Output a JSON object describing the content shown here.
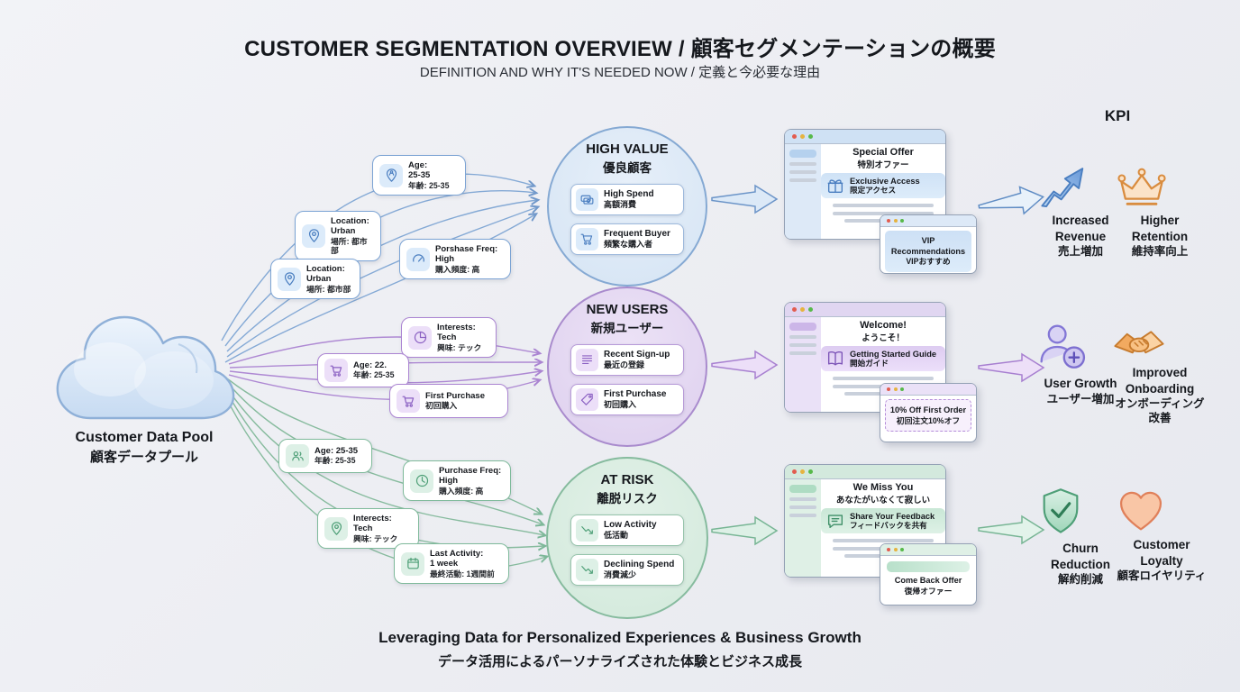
{
  "header": {
    "title": "CUSTOMER SEGMENTATION OVERVIEW / 顧客セグメンテーションの概要",
    "subtitle": "DEFINITION AND WHY IT'S NEEDED NOW / 定義と今必要な理由"
  },
  "cloud": {
    "label_en": "Customer Data Pool",
    "label_jp": "顧客データプール"
  },
  "tags": [
    {
      "en_lines": [
        "Age:",
        "25-35"
      ],
      "jp": "年齢: 25-35",
      "icon": "person-pin",
      "color": "blue"
    },
    {
      "en_lines": [
        "Location:",
        "Urban"
      ],
      "jp": "場所: 都市部",
      "icon": "location-pin",
      "color": "blue"
    },
    {
      "en_lines": [
        "Location:",
        "Urban"
      ],
      "jp": "場所: 都市部",
      "icon": "location-pin",
      "color": "blue"
    },
    {
      "en_lines": [
        "Porshase Freq:",
        "High"
      ],
      "jp": "購入頻度: 高",
      "icon": "gauge",
      "color": "blue"
    },
    {
      "en_lines": [
        "Interests:",
        "Tech"
      ],
      "jp": "興味: テック",
      "icon": "pie-chart",
      "color": "purple"
    },
    {
      "en_lines": [
        "Age: 22."
      ],
      "jp": "年齢: 25-35",
      "icon": "shopping-cart",
      "color": "purple"
    },
    {
      "en_lines": [
        "First Purchase"
      ],
      "jp": "初回購入",
      "icon": "shopping-cart",
      "color": "purple"
    },
    {
      "en_lines": [
        "Age: 25-35"
      ],
      "jp": "年齢: 25-35",
      "icon": "people",
      "color": "green"
    },
    {
      "en_lines": [
        "Purchase Freq:",
        "High"
      ],
      "jp": "購入頻度: 高",
      "icon": "clock",
      "color": "green"
    },
    {
      "en_lines": [
        "Interects: Tech"
      ],
      "jp": "興味: テック",
      "icon": "location-pin",
      "color": "green"
    },
    {
      "en_lines": [
        "Last Activity:",
        "1 week"
      ],
      "jp": "最終活動: 1週間前",
      "icon": "calendar",
      "color": "green"
    }
  ],
  "segments": [
    {
      "name_en": "HIGH VALUE",
      "name_jp": "優良顧客",
      "badges": [
        {
          "en": "High Spend",
          "jp": "高額消費",
          "icon": "cash"
        },
        {
          "en": "Frequent Buyer",
          "jp": "頻繁な購入者",
          "icon": "shopping-cart"
        }
      ]
    },
    {
      "name_en": "NEW USERS",
      "name_jp": "新規ユーザー",
      "badges": [
        {
          "en": "Recent Sign-up",
          "jp": "最近の登録",
          "icon": "document-lines"
        },
        {
          "en": "First Purchase",
          "jp": "初回購入",
          "icon": "price-tag"
        }
      ]
    },
    {
      "name_en": "AT RISK",
      "name_jp": "離脱リスク",
      "badges": [
        {
          "en": "Low Activity",
          "jp": "低活動",
          "icon": "trend-down"
        },
        {
          "en": "Declining Spend",
          "jp": "消費減少",
          "icon": "trend-down"
        }
      ]
    }
  ],
  "windows": [
    {
      "title_en": "Special Offer",
      "title_jp": "特別オファー",
      "banner_en": "Exclusive Access",
      "banner_jp": "限定アクセス",
      "banner_icon": "gift",
      "popup_en": "VIP Recommendations",
      "popup_jp": "VIPおすすめ"
    },
    {
      "title_en": "Welcome!",
      "title_jp": "ようこそ！",
      "banner_en": "Getting Started Guide",
      "banner_jp": "開始ガイド",
      "banner_icon": "open-book",
      "popup_en": "10% Off First Order",
      "popup_jp": "初回注文10%オフ"
    },
    {
      "title_en": "We Miss You",
      "title_jp": "あなたがいなくて寂しい",
      "banner_en": "Share Your Feedback",
      "banner_jp": "フィードバックを共有",
      "banner_icon": "chat-bubble",
      "popup_en": "Come Back Offer",
      "popup_jp": "復帰オファー"
    }
  ],
  "kpi": {
    "heading": "KPI",
    "items": [
      {
        "en": "Increased Revenue",
        "jp": "売上増加",
        "icon": "trend-up-arrow"
      },
      {
        "en": "Higher Retention",
        "jp": "維持率向上",
        "icon": "crown"
      },
      {
        "en": "User Growth",
        "jp": "ユーザー増加",
        "icon": "user-plus"
      },
      {
        "en": "Improved Onboarding",
        "jp": "オンボーディング改善",
        "icon": "handshake"
      },
      {
        "en": "Churn Reduction",
        "jp": "解約削減",
        "icon": "shield-check"
      },
      {
        "en": "Customer Loyalty",
        "jp": "顧客ロイヤリティ",
        "icon": "heart"
      }
    ]
  },
  "footer": {
    "en": "Leveraging Data for Personalized Experiences & Business Growth",
    "jp": "データ活用によるパーソナライズされた体験とビジネス成長"
  },
  "colors": {
    "blue": "#6b94c8",
    "purple": "#a77fd0",
    "green": "#77b594",
    "dot_red": "#e25c4f",
    "dot_yellow": "#e6b33f",
    "dot_green": "#57b94a"
  }
}
